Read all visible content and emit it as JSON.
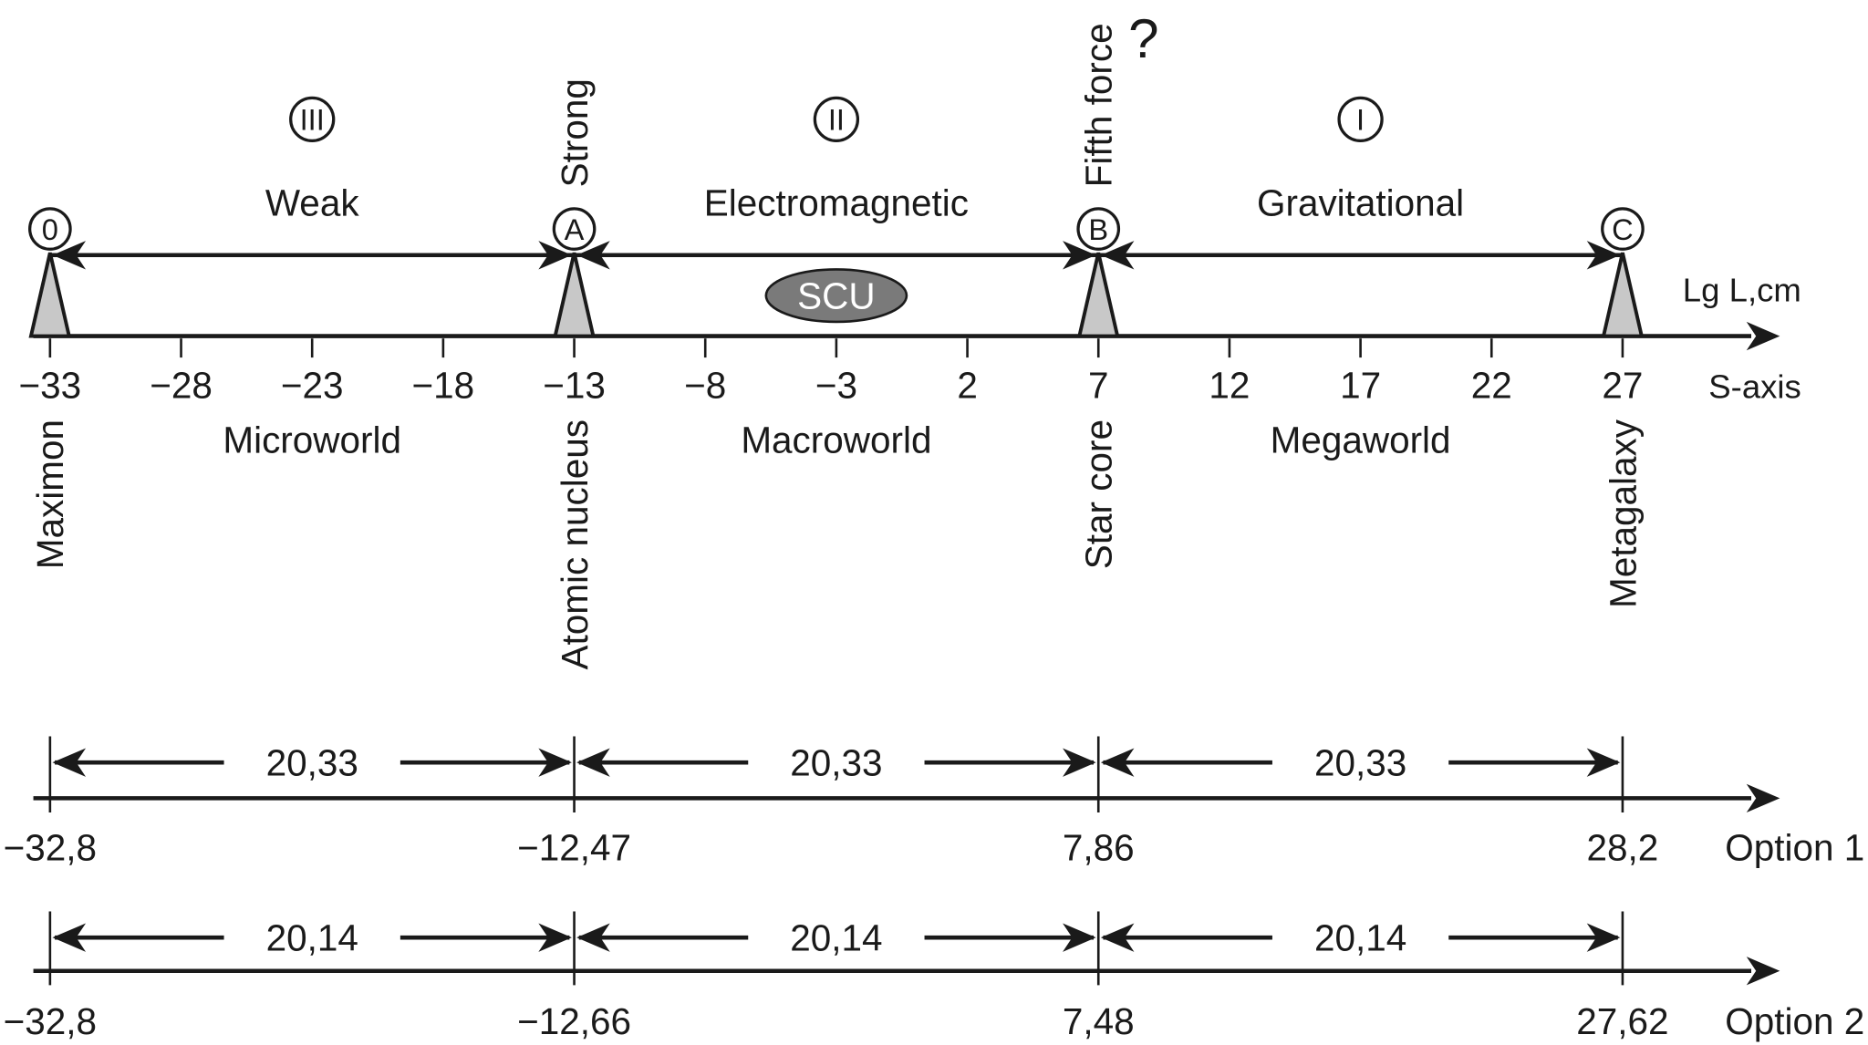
{
  "colors": {
    "ink": "#1a1a1a",
    "pillar": "#c8c8c8",
    "scu_fill": "#7a7a7a",
    "scu_text": "#ffffff"
  },
  "nodes": [
    {
      "id": "0",
      "s": -33,
      "bottom_label": "Maximon"
    },
    {
      "id": "A",
      "s": -13,
      "bottom_label": "Atomic nucleus",
      "top_label": "Strong"
    },
    {
      "id": "B",
      "s": 7,
      "bottom_label": "Star core",
      "top_label": "Fifth force"
    },
    {
      "id": "C",
      "s": 27,
      "bottom_label": "Metagalaxy"
    }
  ],
  "question_mark": "?",
  "regions": [
    {
      "roman": "III",
      "force": "Weak",
      "world": "Microworld"
    },
    {
      "roman": "II",
      "force": "Electromagnetic",
      "world": "Macroworld"
    },
    {
      "roman": "I",
      "force": "Gravitational",
      "world": "Megaworld"
    }
  ],
  "scu_label": "SCU",
  "axis": {
    "unit_label": "Lg L,cm",
    "name": "S-axis",
    "ticks": [
      "−33",
      "−28",
      "−23",
      "−18",
      "−13",
      "−8",
      "−3",
      "2",
      "7",
      "12",
      "17",
      "22",
      "27"
    ],
    "tick_values": [
      -33,
      -28,
      -23,
      -18,
      -13,
      -8,
      -3,
      2,
      7,
      12,
      17,
      22,
      27
    ]
  },
  "options": [
    {
      "name": "Option 1",
      "interval": "20,33",
      "values": [
        "−32,8",
        "−12,47",
        "7,86",
        "28,2"
      ]
    },
    {
      "name": "Option 2",
      "interval": "20,14",
      "values": [
        "−32,8",
        "−12,66",
        "7,48",
        "27,62"
      ]
    }
  ]
}
